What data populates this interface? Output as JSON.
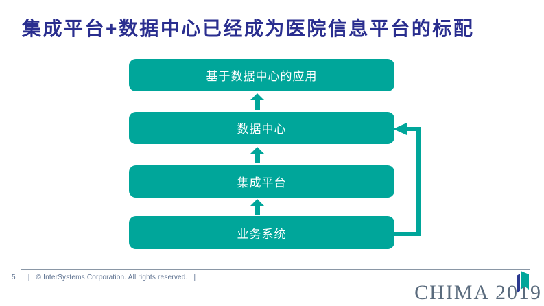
{
  "title": "集成平台+数据中心已经成为医院信息平台的标配",
  "colors": {
    "accent_teal": "#00A69A",
    "title_navy": "#2A2E8F",
    "box_text": "#FFFFFF",
    "footer_text": "#5E7290",
    "footer_line": "#8A97A6",
    "brand_gray": "#5A6B7D",
    "logo_navy": "#2B3990"
  },
  "diagram": {
    "type": "layer-stack",
    "boxes": [
      {
        "label": "基于数据中心的应用"
      },
      {
        "label": "数据中心"
      },
      {
        "label": "集成平台"
      },
      {
        "label": "业务系统"
      }
    ],
    "up_arrow_count": 3,
    "feedback_arrow": {
      "from": "业务系统",
      "to": "数据中心",
      "side": "right"
    }
  },
  "footer": {
    "page_number": "5",
    "sep_left": "|",
    "copyright": "© InterSystems Corporation. All rights reserved.",
    "sep_right": "|"
  },
  "brand": {
    "logo_text": "CHIMA 2019"
  }
}
